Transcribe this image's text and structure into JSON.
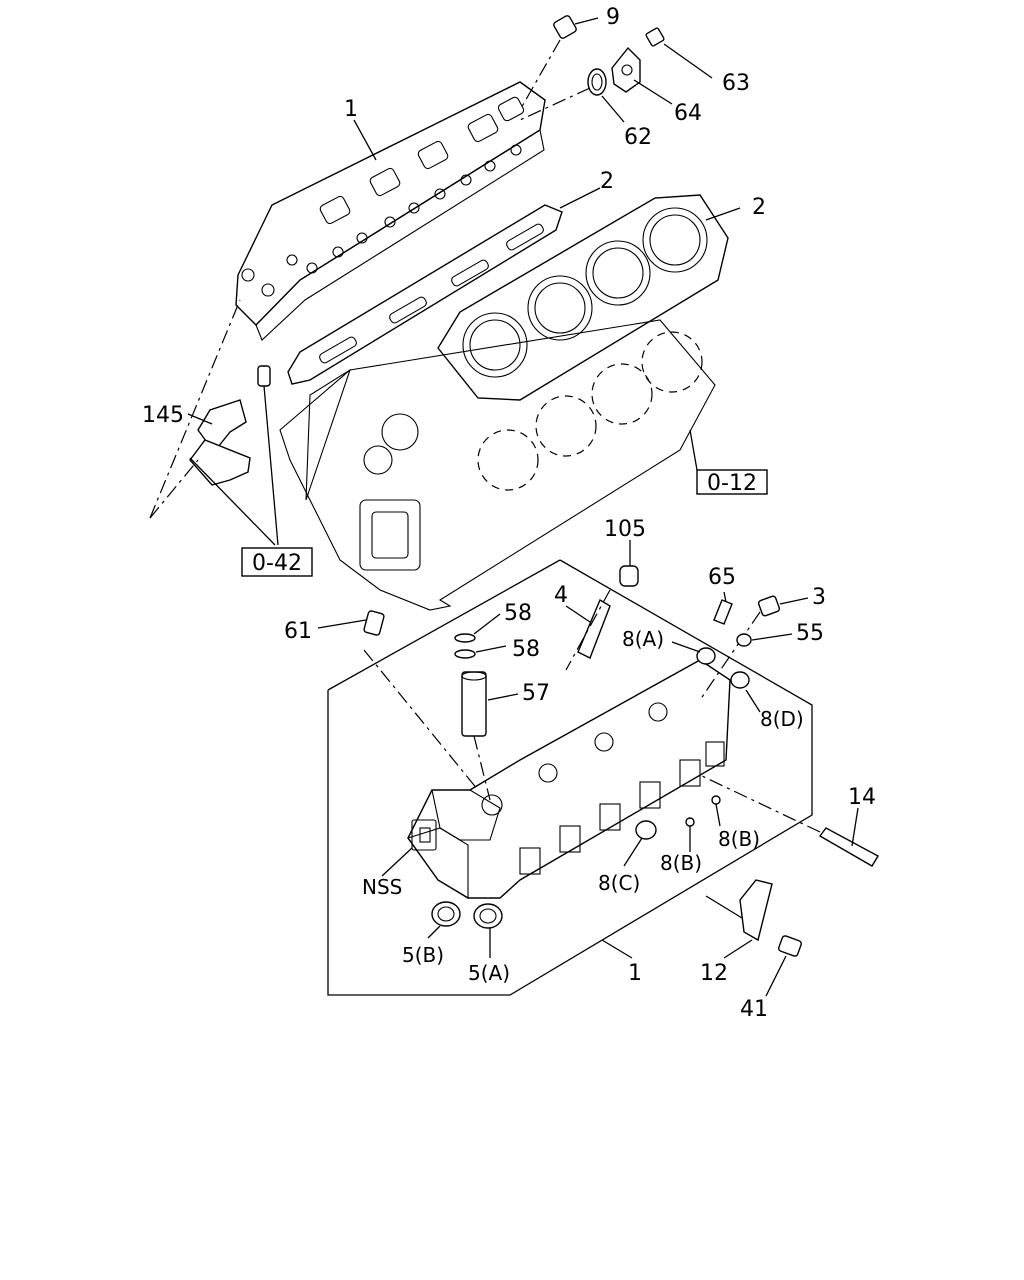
{
  "labels": {
    "l_9": "9",
    "l_63": "63",
    "l_64": "64",
    "l_62": "62",
    "l_1_top": "1",
    "l_2_left": "2",
    "l_2_right": "2",
    "l_145": "145",
    "l_105": "105",
    "l_65": "65",
    "l_3": "3",
    "l_4": "4",
    "l_58_a": "58",
    "l_58_b": "58",
    "l_61": "61",
    "l_8A": "8(A)",
    "l_55": "55",
    "l_57": "57",
    "l_8D": "8(D)",
    "l_14": "14",
    "l_8B_a": "8(B)",
    "l_8B_b": "8(B)",
    "l_8C": "8(C)",
    "l_NSS": "NSS",
    "l_5B": "5(B)",
    "l_5A": "5(A)",
    "l_1_bottom": "1",
    "l_12": "12",
    "l_41": "41"
  },
  "refs": {
    "r_012": "0-12",
    "r_042": "0-42"
  }
}
